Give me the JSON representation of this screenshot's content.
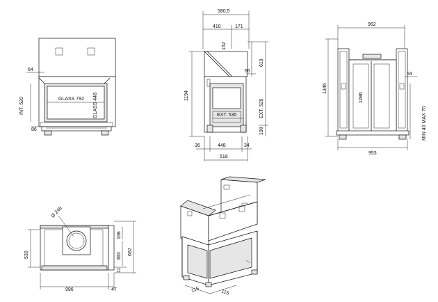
{
  "front_view": {
    "top_offset": "64",
    "int_height": "INT. 520",
    "glass_width": "GLASS 792",
    "glass_height": "GLASS 448",
    "base_height": "86"
  },
  "side_view": {
    "overall_width": "580,5",
    "depth_left": "410",
    "depth_right": "171",
    "flue_offset": "152",
    "total_height": "1194",
    "upper_height": "619",
    "lip": "65",
    "ext_height": "EXT. 529",
    "ext_width": "EXT. 530",
    "bottom_height": "198",
    "left_margin": "36",
    "center_width": "448",
    "right_margin": "34",
    "bottom_width": "518"
  },
  "rear_view": {
    "top_width": "962",
    "total_height": "1346",
    "inner_height": "1086",
    "side_offset": "54",
    "min_max": "MIN 40 MAX 70",
    "bottom_width": "953"
  },
  "plan_view": {
    "flue_diameter": "Ø 248",
    "flue_depth": "198",
    "left_height": "530",
    "back_depth": "383",
    "total_depth": "662",
    "front_offset": "11",
    "total_width": "996",
    "side_width": "47"
  },
  "iso_view": {
    "left_foot": "115",
    "right_foot": "115"
  }
}
